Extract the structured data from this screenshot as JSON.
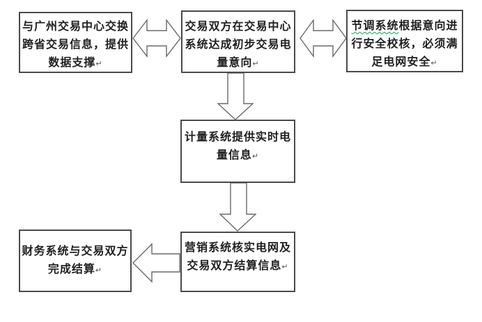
{
  "flowchart": {
    "description": "power-trading-settlement-flowchart",
    "colors": {
      "border": "#4a4a4a",
      "text": "#1f1f1f",
      "arrow_stroke": "#6a6a6a",
      "grammar_underline": "#00b050",
      "background": "#ffffff"
    },
    "eol_mark": "↵",
    "nodes": [
      {
        "id": "cross-province-exchange",
        "text": "与广州交易中心交换\n跨省交易信息，提供\n数据支撑"
      },
      {
        "id": "trade-intent",
        "text": "交易双方在交易中心\n系统达成初步交易电\n量意向"
      },
      {
        "id": "dispatch-safety-check",
        "underlined_text": "节调系统",
        "text": "根据意向进\n行安全校核，必须满\n足电网安全"
      },
      {
        "id": "metering-realtime",
        "text": "计量系统提供实时电\n量信息"
      },
      {
        "id": "marketing-verify",
        "text": "营销系统核实电网及\n交易双方结算信息"
      },
      {
        "id": "finance-settlement",
        "text": "财务系统与交易双方\n完成结算"
      }
    ],
    "arrows": [
      {
        "name": "two-way-arrow-between-exchange-and-intent",
        "type": "double-horizontal"
      },
      {
        "name": "two-way-arrow-between-intent-and-dispatch",
        "type": "double-horizontal"
      },
      {
        "name": "down-arrow-intent-to-metering",
        "type": "down"
      },
      {
        "name": "down-arrow-metering-to-marketing",
        "type": "down"
      },
      {
        "name": "left-arrow-marketing-to-finance",
        "type": "left"
      }
    ]
  }
}
